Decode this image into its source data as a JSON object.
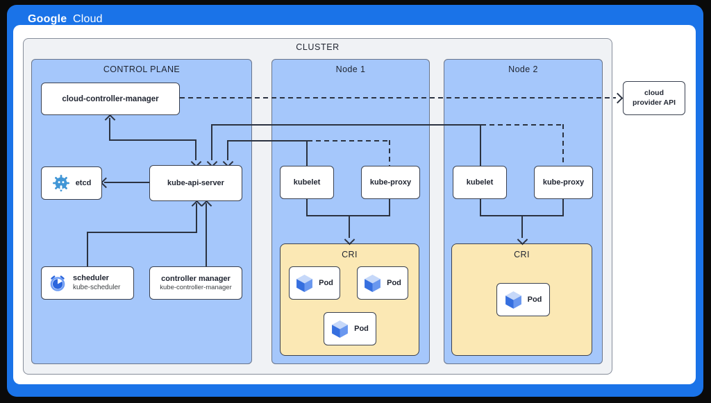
{
  "header": {
    "brand_bold": "Google",
    "brand_light": "Cloud"
  },
  "cluster": {
    "label": "CLUSTER"
  },
  "control_plane": {
    "label": "CONTROL PLANE",
    "ccm_label": "cloud-controller-manager",
    "etcd_label": "etcd",
    "api_label": "kube-api-server",
    "scheduler_label": "scheduler",
    "scheduler_sublabel": "kube-scheduler",
    "controller_manager_label": "controller manager",
    "controller_manager_sublabel": "kube-controller-manager"
  },
  "node1": {
    "label": "Node 1",
    "kubelet_label": "kubelet",
    "kube_proxy_label": "kube-proxy",
    "cri_label": "CRI",
    "pods": [
      "Pod",
      "Pod",
      "Pod"
    ]
  },
  "node2": {
    "label": "Node 2",
    "kubelet_label": "kubelet",
    "kube_proxy_label": "kube-proxy",
    "cri_label": "CRI",
    "pods": [
      "Pod"
    ]
  },
  "external": {
    "cloud_provider_api_lines": [
      "cloud",
      "provider API"
    ]
  },
  "icons": {
    "etcd": "etcd-gear-icon",
    "scheduler": "alarm-clock-icon",
    "pod": "cube-icon"
  },
  "colors": {
    "frame_blue": "#1a73e8",
    "node_fill": "#a5c7fb",
    "cluster_fill": "#f0f2f5",
    "cri_fill": "#fbe8b4",
    "line": "#2b3240",
    "box_border": "#39404f",
    "etcd_icon_blue": "#4196d6",
    "pod_cube_blue": "#366fdf"
  }
}
